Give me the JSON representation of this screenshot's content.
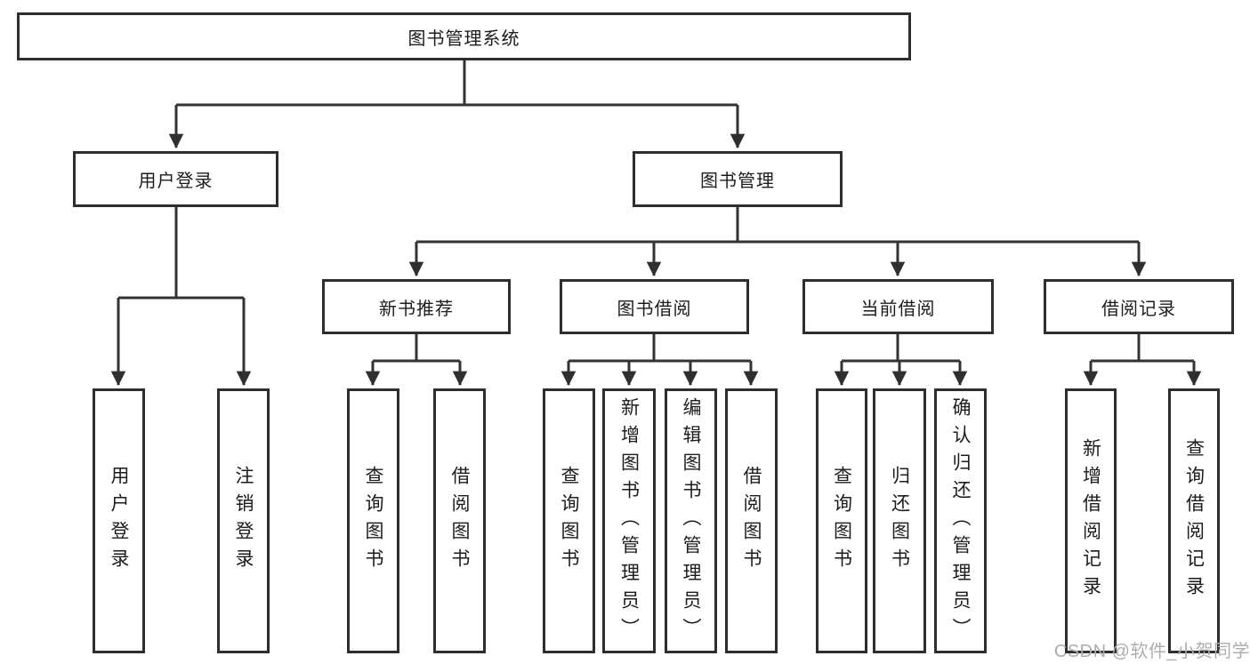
{
  "diagram": {
    "root": {
      "label": "图书管理系统"
    },
    "level2": [
      {
        "label": "用户登录"
      },
      {
        "label": "图书管理"
      }
    ],
    "level3": [
      {
        "label": "新书推荐"
      },
      {
        "label": "图书借阅"
      },
      {
        "label": "当前借阅"
      },
      {
        "label": "借阅记录"
      }
    ],
    "leaves": {
      "user_login": [
        {
          "label": "用户登录"
        },
        {
          "label": "注销登录"
        }
      ],
      "new_book": [
        {
          "label": "查询图书"
        },
        {
          "label": "借阅图书"
        }
      ],
      "book_borrow": [
        {
          "label": "查询图书"
        },
        {
          "label": "新增图书（管理员）"
        },
        {
          "label": "编辑图书（管理员）"
        },
        {
          "label": "借阅图书"
        }
      ],
      "current_borrow": [
        {
          "label": "查询图书"
        },
        {
          "label": "归还图书"
        },
        {
          "label": "确认归还（管理员）"
        }
      ],
      "borrow_record": [
        {
          "label": "新增借阅记录"
        },
        {
          "label": "查询借阅记录"
        }
      ]
    }
  },
  "watermark": {
    "text": "CSDN @软件_小贺同学"
  },
  "colors": {
    "background": "#ffffff",
    "box_border": "#2e2e2e",
    "line": "#333333",
    "arrow": "#2f2f2f",
    "text": "#1c1c1c",
    "watermark": "#adadad"
  }
}
